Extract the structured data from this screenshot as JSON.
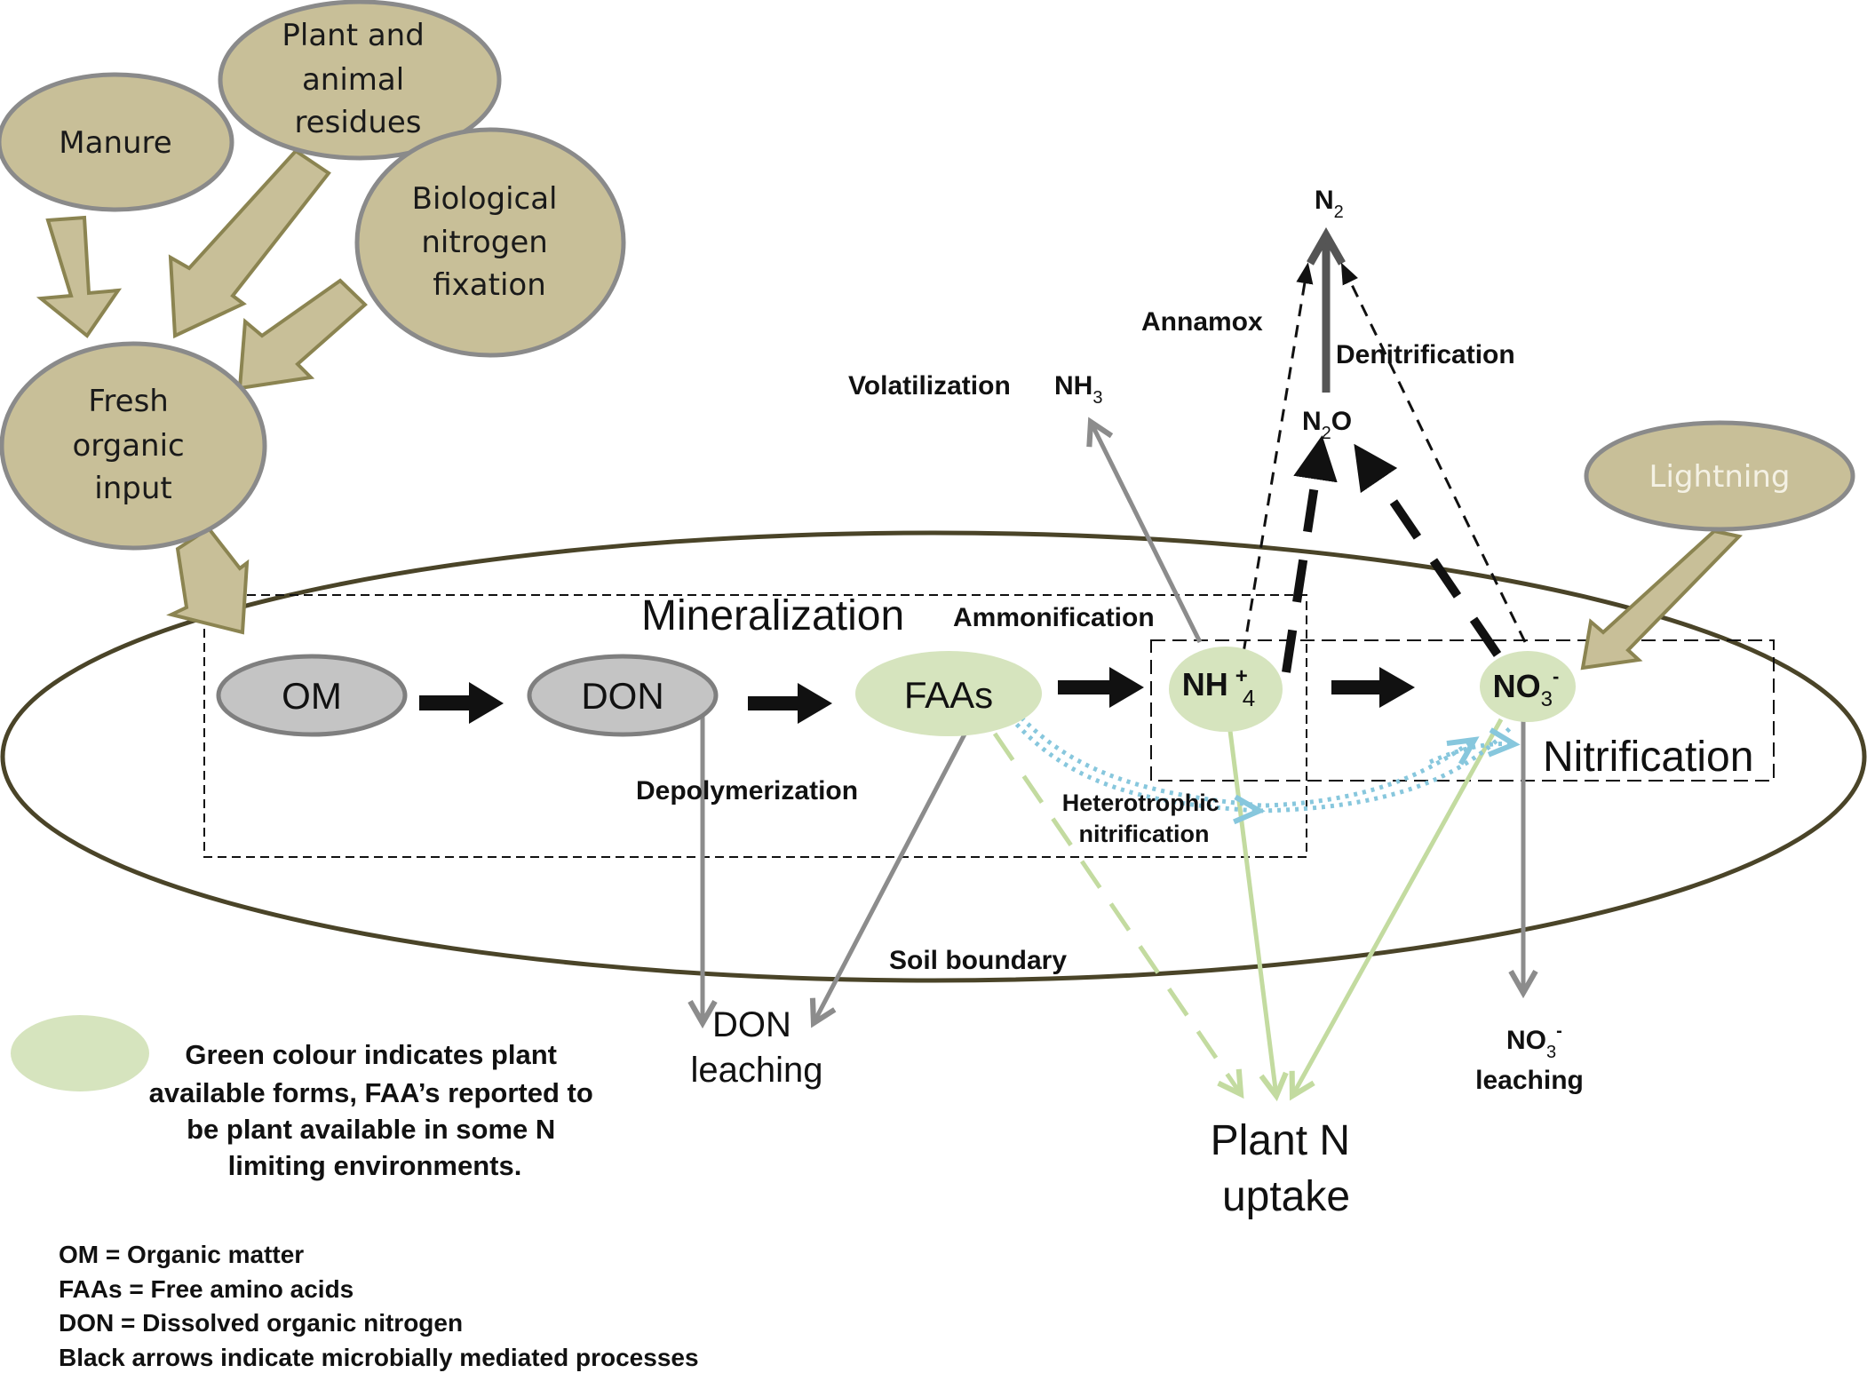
{
  "title": "Soil nitrogen cycle diagram",
  "colors": {
    "source_fill": "#c8bf98",
    "source_stroke": "#8a8a8a",
    "source_arrow_fill": "#c8bf98",
    "source_arrow_stroke": "#8b8451",
    "organic_node_fill": "#c4c4c4",
    "organic_node_stroke": "#7f7f7f",
    "plant_available_fill": "#d6e4be",
    "soil_boundary": "#4a4428",
    "gray_arrow": "#8c8c8c",
    "green_arrow": "#c3dba0",
    "blue_dotted": "#87c7dd",
    "black": "#111111"
  },
  "sources": {
    "manure": "Manure",
    "residues": [
      "Plant and",
      "animal",
      "residues"
    ],
    "bnf": [
      "Biological",
      "nitrogen",
      "fixation"
    ],
    "fresh_input": [
      "Fresh",
      "organic",
      "input"
    ],
    "lightning": "Lightning"
  },
  "nodes": {
    "om": "OM",
    "don": "DON",
    "faas": "FAAs",
    "nh4": {
      "base": "NH",
      "sup": "+",
      "sub": "4"
    },
    "no3": {
      "base": "NO",
      "sub": "3",
      "sup": "-"
    }
  },
  "processes": {
    "mineralization": "Mineralization",
    "ammonification": "Ammonification",
    "depolymerization": "Depolymerization",
    "heterotrophic_nitrification": [
      "Heterotrophic",
      "nitrification"
    ],
    "nitrification": "Nitrification",
    "volatilization": "Volatilization",
    "annamox": "Annamox",
    "denitrification": "Denitrification",
    "soil_boundary": "Soil boundary"
  },
  "gases": {
    "nh3": {
      "base": "NH",
      "sub": "3"
    },
    "n2": {
      "base": "N",
      "sub": "2"
    },
    "n2o": {
      "base": "N",
      "sub": "2",
      "tail": "O"
    }
  },
  "outputs": {
    "don_leaching": [
      "DON",
      "leaching"
    ],
    "plant_uptake": [
      "Plant N",
      "uptake"
    ],
    "no3_leaching": {
      "base": "NO",
      "sub": "3",
      "sup": "-",
      "label": "leaching"
    }
  },
  "legend": {
    "green_note": [
      "Green colour indicates plant",
      "available forms, FAA’s  reported to",
      "be plant available in some N",
      "limiting  environments."
    ],
    "abbreviations": [
      "OM = Organic matter",
      "FAAs  = Free amino acids",
      "DON = Dissolved organic nitrogen",
      "Black arrows indicate microbially  mediated processes"
    ]
  }
}
